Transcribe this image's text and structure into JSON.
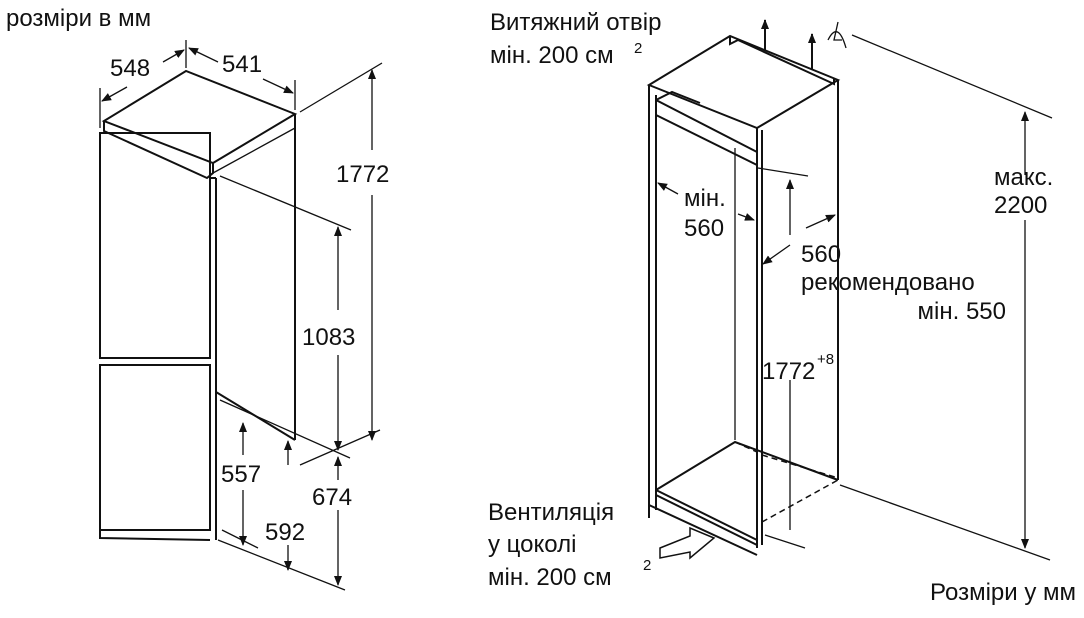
{
  "left": {
    "caption": "розміри в мм",
    "dims": {
      "depth": "548",
      "width": "541",
      "height": "1772",
      "upper_door": "1083",
      "lower_total": "674",
      "lower_a": "557",
      "lower_b": "592"
    }
  },
  "right": {
    "vent_top_line1": "Витяжний отвір",
    "vent_top_line2": "мін. 200 см",
    "vent_top_sup": "2",
    "min_width_line1": "мін.",
    "min_width_line2": "560",
    "depth_line1": "560",
    "depth_line2": "рекомендовано",
    "depth_line3": "мін. 550",
    "height_value": "1772",
    "height_sup": "+8",
    "max_line1": "макс.",
    "max_line2": "2200",
    "vent_bottom_line1": "Вентиляція",
    "vent_bottom_line2": "у цоколі",
    "vent_bottom_line3": "мін. 200 см",
    "vent_bottom_sup": "2",
    "caption": "Розміри у мм"
  }
}
